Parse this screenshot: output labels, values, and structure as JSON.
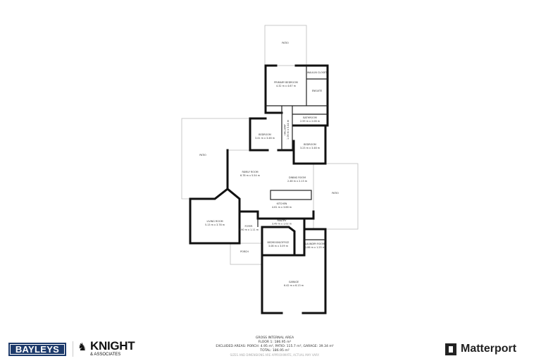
{
  "rooms": {
    "patio_top": {
      "name": "PATIO"
    },
    "primary_bedroom": {
      "name": "PRIMARY BEDROOM",
      "size": "4.32 m x 4.67 m"
    },
    "walk_in_closet": {
      "name": "WALK-IN CLOSET"
    },
    "ensuite": {
      "name": "ENSUITE"
    },
    "bathroom": {
      "name": "BATHROOM",
      "size": "2.59 m x 2.06 m"
    },
    "hallway": {
      "name": "HALLWAY",
      "size": "1.06 m x 5.44 m"
    },
    "bedroom_left": {
      "name": "BEDROOM",
      "size": "3.41 m x 3.48 m"
    },
    "bedroom_right": {
      "name": "BEDROOM",
      "size": "3.23 m x 3.48 m"
    },
    "patio_left": {
      "name": "PATIO"
    },
    "family_room": {
      "name": "FAMILY ROOM",
      "size": "6.78 m x 5.54 m"
    },
    "dining_room": {
      "name": "DINING ROOM",
      "size": "2.46 m x 2.13 m"
    },
    "kitchen": {
      "name": "KITCHEN",
      "size": "4.61 m x 3.66 m"
    },
    "patio_right": {
      "name": "PATIO"
    },
    "living_room": {
      "name": "LIVING ROOM",
      "size": "5.13 m x 3.78 m"
    },
    "pantry": {
      "name": "PANTRY",
      "size": "3.49 m x 1.02 m"
    },
    "foyer": {
      "name": "FOYER",
      "size": "1.90 m x 1.11 m"
    },
    "bedroom_office": {
      "name": "BEDROOM/OFFICE",
      "size": "3.08 m x 3.09 m"
    },
    "laundry_room": {
      "name": "LAUNDRY ROOM",
      "size": "1.86 m x 1.25 m"
    },
    "porch": {
      "name": "PORCH"
    },
    "garage": {
      "name": "GARAGE",
      "size": "6.42 m x 6.13 m"
    }
  },
  "footer": {
    "title": "GROSS INTERNAL AREA",
    "floor": "FLOOR 1: 186.95 m²",
    "excluded": "EXCLUDED AREAS: PORCH: 4.95 m², PATIO: 115.7 m², GARAGE: 39.34 m²",
    "total": "TOTAL: 186.95 m²",
    "note": "SIZES AND DIMENSIONS ARE APPROXIMATE, ACTUAL MAY VARY."
  },
  "logos": {
    "bayleys": "BAYLEYS",
    "knight": "KNIGHT",
    "knight_sub": "& ASSOCIATES",
    "matterport": "Matterport"
  },
  "colors": {
    "bayleys_blue": "#1d3a6b",
    "wall": "#111111"
  }
}
